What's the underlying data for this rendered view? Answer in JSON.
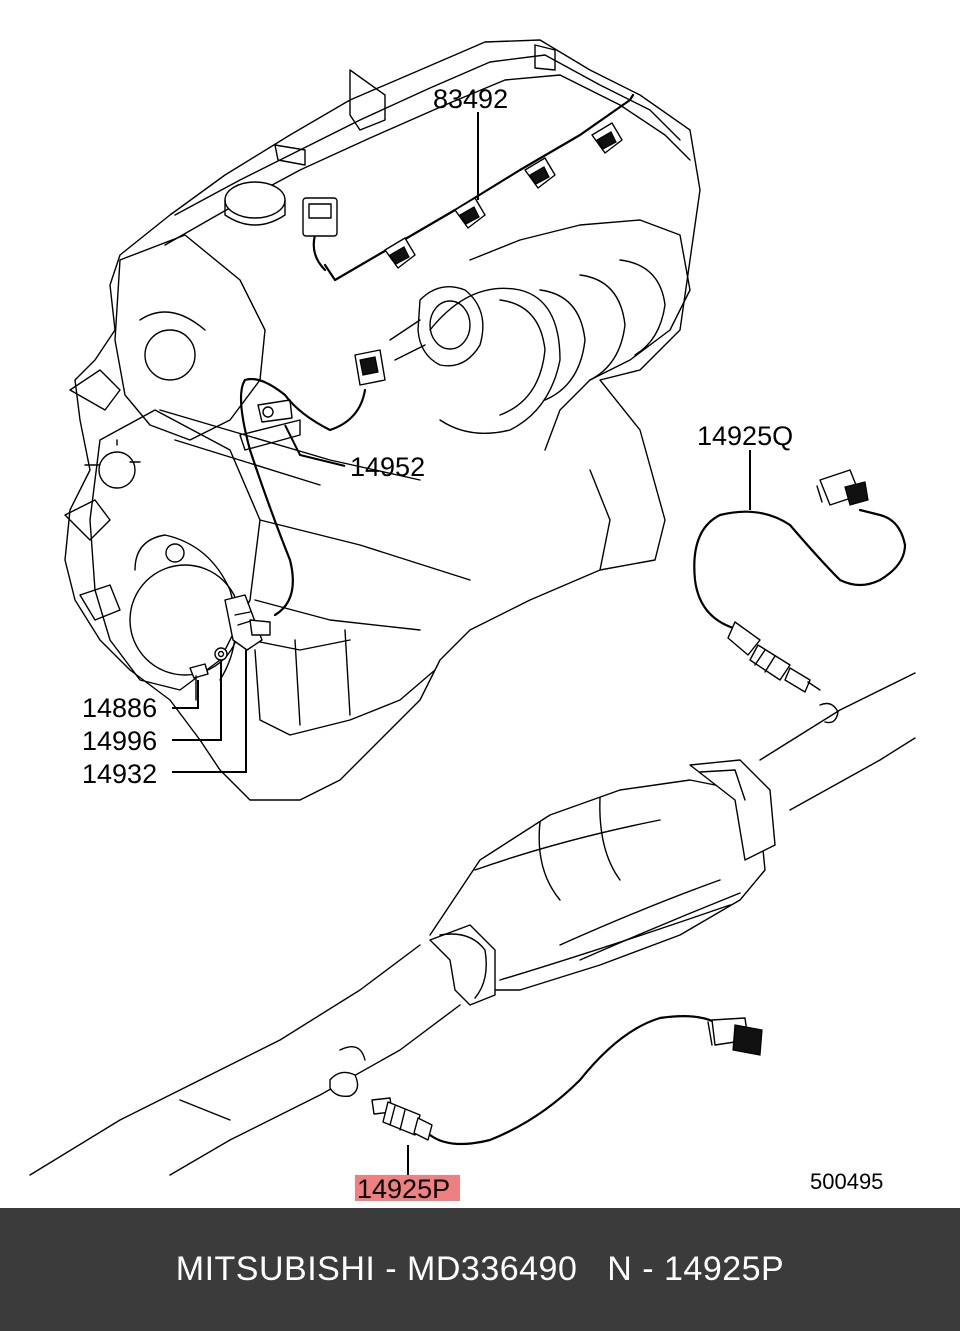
{
  "callouts": {
    "ignition_coil": "83492",
    "front_sensor_bracket": "14952",
    "front_oxygen_sensor": "14925Q",
    "bolt": "14886",
    "washer": "14996",
    "clamp": "14932",
    "rear_oxygen_sensor": "14925P"
  },
  "diagram_id": "500495",
  "highlight_color": "#f08080",
  "footer": {
    "brand": "MITSUBISHI",
    "separator_1": " - ",
    "part_number": "MD336490",
    "gap": "   ",
    "position": "N",
    "separator_2": " - ",
    "reference": "14925P"
  }
}
